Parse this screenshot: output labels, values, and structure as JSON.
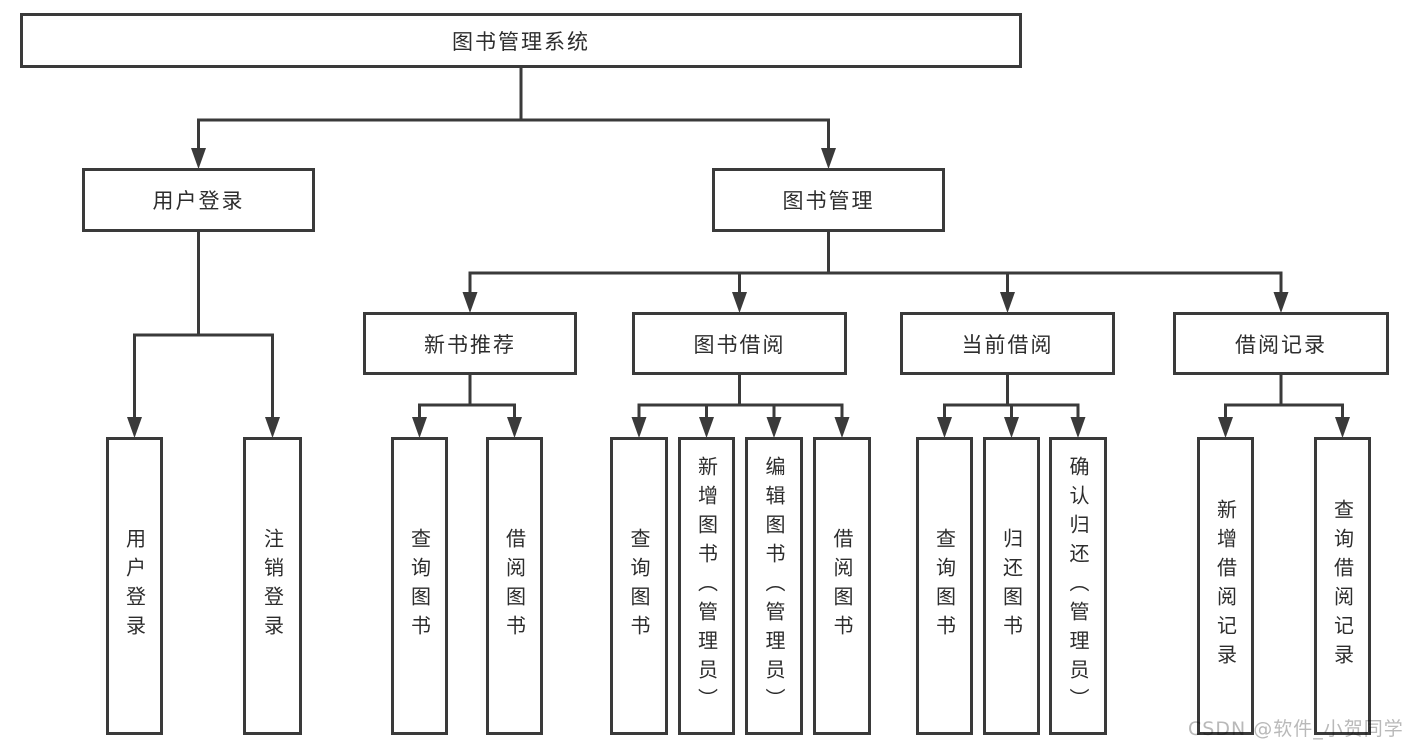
{
  "diagram": {
    "title": "图书管理系统",
    "nodes": {
      "root": {
        "label": "图书管理系统"
      },
      "user_login": {
        "label": "用户登录"
      },
      "book_management": {
        "label": "图书管理"
      },
      "new_book_recommend": {
        "label": "新书推荐"
      },
      "book_borrow": {
        "label": "图书借阅"
      },
      "current_borrow": {
        "label": "当前借阅"
      },
      "borrow_records": {
        "label": "借阅记录"
      },
      "leaf_user_login": {
        "label": "用户登录"
      },
      "leaf_logout": {
        "label": "注销登录"
      },
      "leaf_nb_query": {
        "label": "查询图书"
      },
      "leaf_nb_borrow": {
        "label": "借阅图书"
      },
      "leaf_bb_query": {
        "label": "查询图书"
      },
      "leaf_bb_add": {
        "label": "新增图书（管理员）"
      },
      "leaf_bb_edit": {
        "label": "编辑图书（管理员）"
      },
      "leaf_bb_borrow": {
        "label": "借阅图书"
      },
      "leaf_cb_query": {
        "label": "查询图书"
      },
      "leaf_cb_return": {
        "label": "归还图书"
      },
      "leaf_cb_confirm": {
        "label": "确认归还（管理员）"
      },
      "leaf_br_add": {
        "label": "新增借阅记录"
      },
      "leaf_br_query": {
        "label": "查询借阅记录"
      }
    },
    "hierarchy": {
      "图书管理系统": {
        "用户登录": [
          "用户登录",
          "注销登录"
        ],
        "图书管理": {
          "新书推荐": [
            "查询图书",
            "借阅图书"
          ],
          "图书借阅": [
            "查询图书",
            "新增图书（管理员）",
            "编辑图书（管理员）",
            "借阅图书"
          ],
          "当前借阅": [
            "查询图书",
            "归还图书",
            "确认归还（管理员）"
          ],
          "借阅记录": [
            "新增借阅记录",
            "查询借阅记录"
          ]
        }
      }
    }
  },
  "watermark": {
    "text": "CSDN @软件_小贺同学"
  },
  "colors": {
    "line": "#3a3a3a",
    "box_fill": "#ffffff",
    "text": "#2d2d2d",
    "watermark": "#b9b9b9",
    "background": "#ffffff"
  }
}
